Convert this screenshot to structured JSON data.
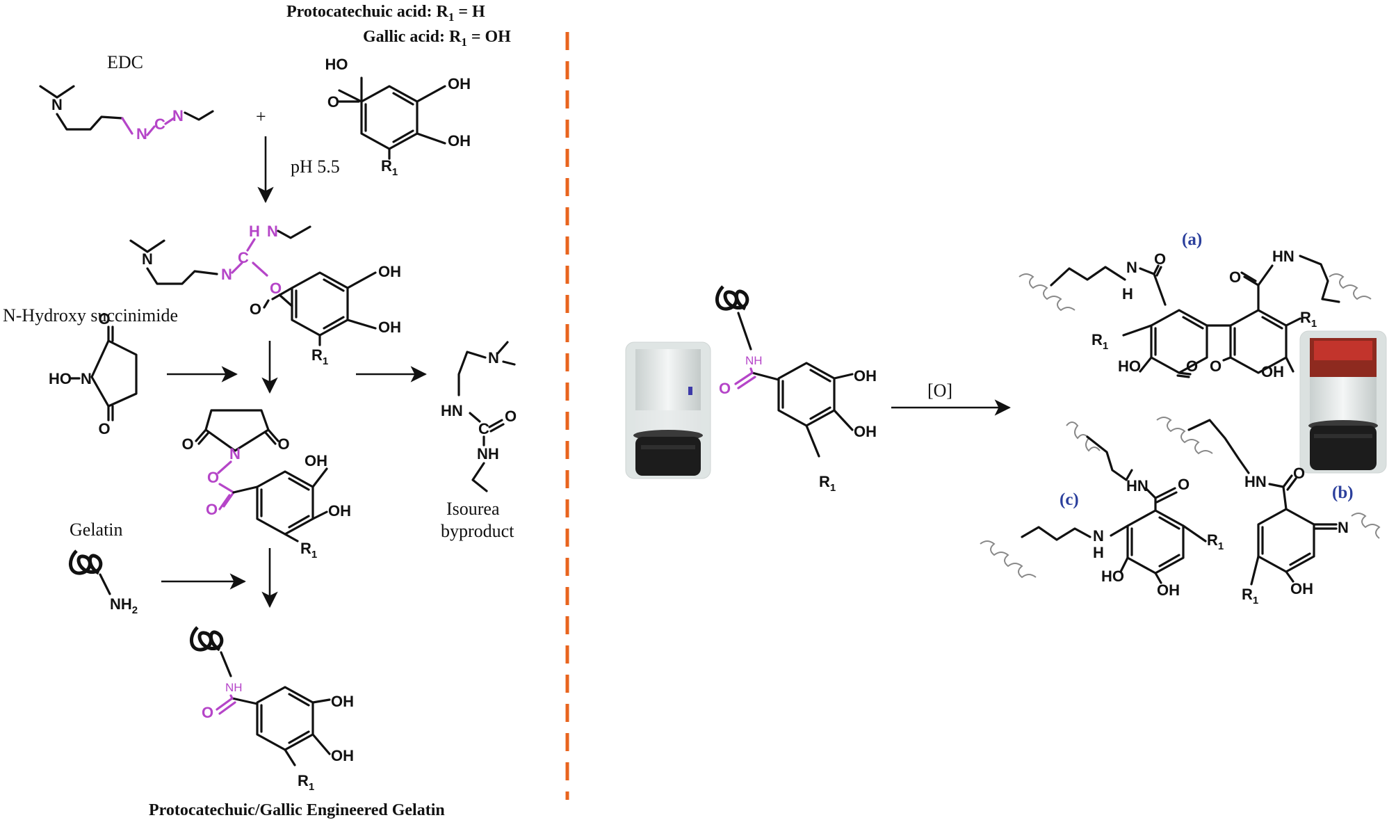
{
  "header": {
    "line1": "Protocatechuic acid: R",
    "line1_sub": "1",
    "line1_val": " = H",
    "line2": "Gallic acid: R",
    "line2_sub": "1",
    "line2_val": " = OH"
  },
  "reagents": {
    "edc": "EDC",
    "nhs": "N-Hydroxy succinimide",
    "gelatin": "Gelatin",
    "byproduct_line1": "Isourea",
    "byproduct_line2": "byproduct"
  },
  "conditions": {
    "ph": "pH 5.5",
    "plus": "+",
    "oxidation": "[O]"
  },
  "product_label": "Protocatechuic/Gallic Engineered Gelatin",
  "atoms": {
    "N": "N",
    "C": "C",
    "O": "O",
    "H": "H",
    "OH": "OH",
    "HO": "HO",
    "NH": "NH",
    "HN": "HN",
    "HO_N": "HO",
    "NH2": "NH",
    "NH2_sub": "2",
    "R": "R",
    "R_sub": "1"
  },
  "structure_tags": [
    "(a)",
    "(b)",
    "(c)"
  ],
  "colors": {
    "bond": "#111111",
    "highlight": "#b545c8",
    "divider": "#e8641e",
    "tag": "#2b3f9c"
  }
}
